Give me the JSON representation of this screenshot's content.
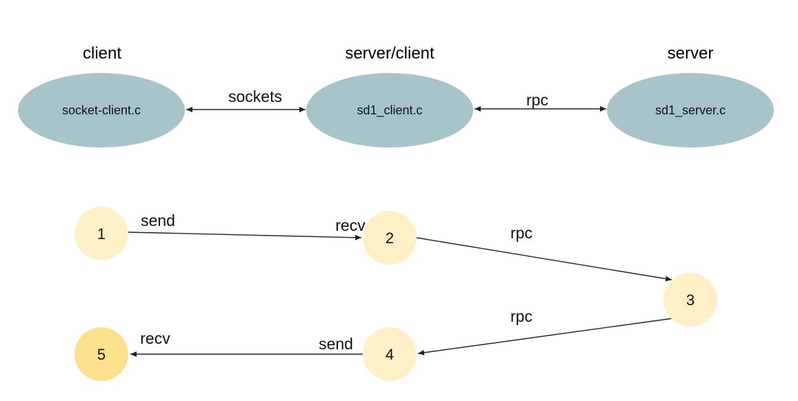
{
  "top": {
    "nodes": [
      {
        "role": "client",
        "file": "socket-client.c"
      },
      {
        "role": "server/client",
        "file": "sd1_client.c"
      },
      {
        "role": "server",
        "file": "sd1_server.c"
      }
    ],
    "edges": [
      {
        "label": "sockets"
      },
      {
        "label": "rpc"
      }
    ]
  },
  "flow": {
    "steps": [
      "1",
      "2",
      "3",
      "4",
      "5"
    ],
    "edges": [
      {
        "from_label": "send",
        "to_label": "recv"
      },
      {
        "label": "rpc"
      },
      {
        "label": "rpc"
      },
      {
        "from_label": "send",
        "to_label": "recv"
      }
    ]
  },
  "colors": {
    "ellipse_fill": "#a6c4c9",
    "step_fill": "#fff0c8",
    "step_highlight_fill": "#fde08e",
    "line": "#222222"
  }
}
